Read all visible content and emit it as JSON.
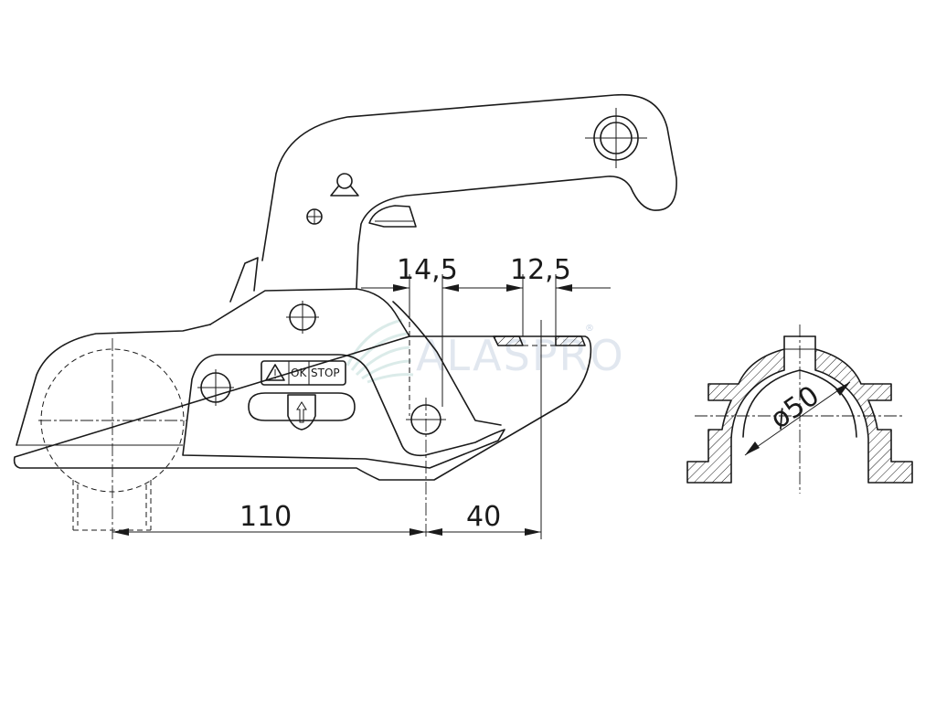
{
  "drawing": {
    "dimensions": {
      "d_14_5": "14,5",
      "d_12_5": "12,5",
      "d_110": "110",
      "d_40": "40",
      "d_50": "ø50"
    },
    "warning_label": {
      "ok": "OK",
      "stop": "STOP"
    },
    "watermark": {
      "text": "ALASPRO",
      "registered": "®"
    },
    "colors": {
      "line": "#1a1a1a",
      "watermark": "#c9d4e3",
      "background": "#ffffff"
    }
  }
}
